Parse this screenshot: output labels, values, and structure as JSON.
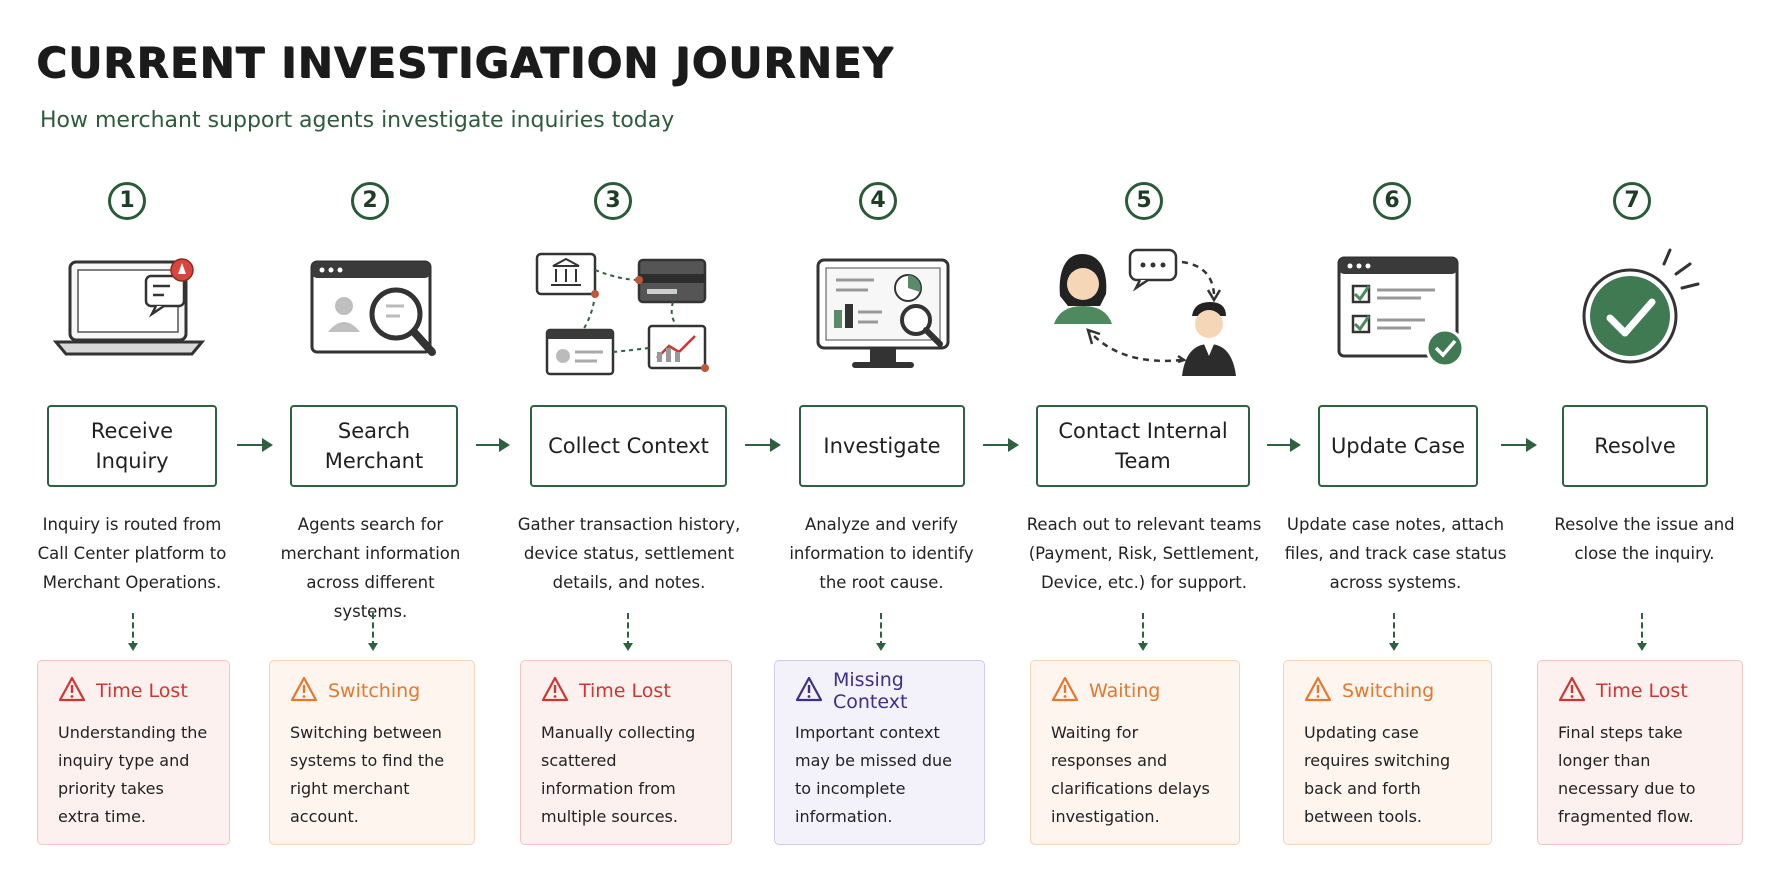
{
  "title": "CURRENT INVESTIGATION JOURNEY",
  "subtitle": "How merchant support agents investigate inquiries today",
  "colors": {
    "accent": "#2f6140",
    "time_lost": "#d0352f",
    "switching": "#e6772c",
    "missing_context": "#3f2f87",
    "waiting": "#e6772c"
  },
  "steps": [
    {
      "number": "1",
      "icon": "laptop-notification-icon",
      "label": "Receive Inquiry",
      "description": "Inquiry is routed from Call Center platform to Merchant Operations.",
      "pain": {
        "type": "Time Lost",
        "text": "Understanding the inquiry type and priority takes extra time."
      }
    },
    {
      "number": "2",
      "icon": "browser-search-icon",
      "label": "Search Merchant",
      "description": "Agents search for merchant information across different systems.",
      "pain": {
        "type": "Switching",
        "text": "Switching between systems to find the right merchant account."
      }
    },
    {
      "number": "3",
      "icon": "connected-sources-icon",
      "label": "Collect Context",
      "description": "Gather transaction history, device status, settlement details, and notes.",
      "pain": {
        "type": "Time Lost",
        "text": "Manually collecting scattered information from multiple sources."
      }
    },
    {
      "number": "4",
      "icon": "monitor-analysis-icon",
      "label": "Investigate",
      "description": "Analyze and verify information to identify the root cause.",
      "pain": {
        "type": "Missing Context",
        "text": "Important context may be missed due to incomplete information."
      }
    },
    {
      "number": "5",
      "icon": "people-communication-icon",
      "label": "Contact Internal Team",
      "description": "Reach out to relevant teams (Payment, Risk, Settlement, Device, etc.) for support.",
      "pain": {
        "type": "Waiting",
        "text": "Waiting for responses and clarifications delays investigation."
      }
    },
    {
      "number": "6",
      "icon": "case-checklist-icon",
      "label": "Update Case",
      "description": "Update case notes, attach files, and track case status across systems.",
      "pain": {
        "type": "Switching",
        "text": "Updating case requires switching back and forth between tools."
      }
    },
    {
      "number": "7",
      "icon": "check-circle-icon",
      "label": "Resolve",
      "description": "Resolve the issue and close the inquiry.",
      "pain": {
        "type": "Time Lost",
        "text": "Final steps take longer than necessary due to fragmented flow."
      }
    }
  ]
}
